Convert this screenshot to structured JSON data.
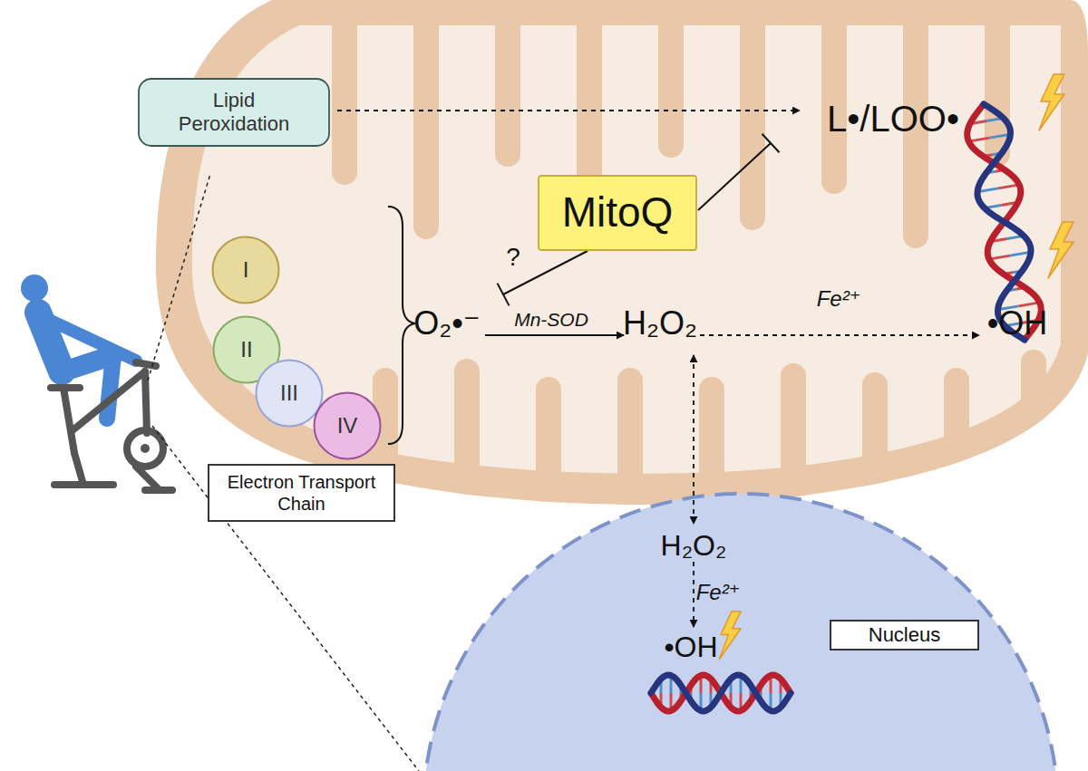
{
  "diagram": {
    "nodes": [
      {
        "text": [
          "Lipid Peroxidation"
        ]
      },
      {
        "text": [
          "MitoQ"
        ]
      },
      {
        "text": [
          "I"
        ]
      },
      {
        "text": [
          "II"
        ]
      },
      {
        "text": [
          "III"
        ]
      },
      {
        "text": [
          "IV"
        ]
      },
      {
        "text": [
          "Electron Transport Chain"
        ]
      },
      {
        "text": [
          "Nucleus"
        ]
      }
    ],
    "labels": [
      "L•/LOO•",
      "?",
      "O₂•⁻",
      "Mn-SOD",
      "H₂O₂",
      "Fe²⁺",
      "•OH",
      "H₂O₂",
      "Fe²⁺",
      "•OH"
    ]
  }
}
